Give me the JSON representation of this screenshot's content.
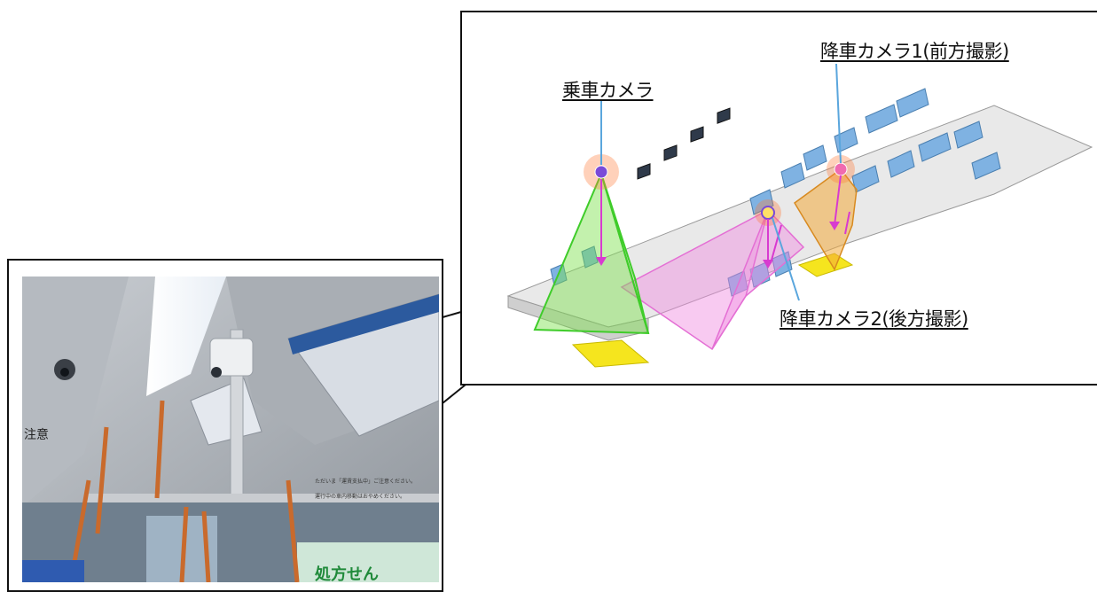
{
  "labels": {
    "boarding_camera": "乗車カメラ",
    "alighting_camera_1": "降車カメラ1(前方撮影)",
    "alighting_camera_2": "降車カメラ2(後方撮影)"
  },
  "photo_signs": {
    "caution_sign": "注意",
    "notice_line_1": "ただいま「運賃支払中」ご注意ください。",
    "notice_line_2": "運行中の車内移動はおやめください。",
    "bottom_banner": "処方せん"
  },
  "colors": {
    "boarding_camera_coverage": "#7be04a",
    "alighting_camera_1_coverage": "#f2a93b",
    "alighting_camera_2_coverage": "#f08ae0",
    "floor_highlight": "#f5e51e",
    "seat": "#7fb2e2",
    "callout_line": "#5aa6dd"
  }
}
